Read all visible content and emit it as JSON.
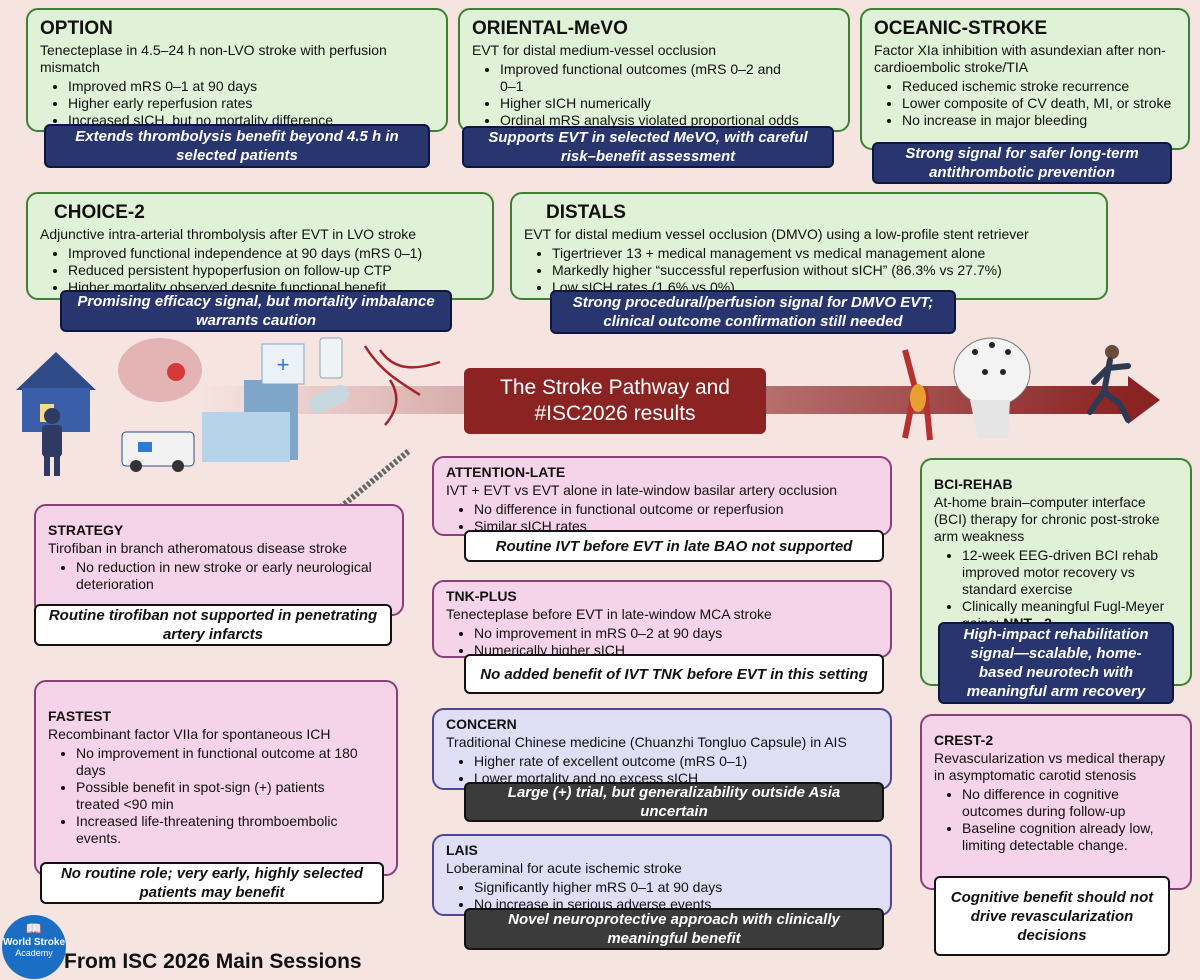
{
  "colors": {
    "background": "#f6e4e1",
    "green": "#dff2d8",
    "pink": "#f5d3e8",
    "lavender": "#e0def5",
    "navy": "#28356e",
    "arrow": "#8b2323"
  },
  "pathway": {
    "line1": "The Stroke Pathway and",
    "line2": "#ISC2026 results"
  },
  "footer": {
    "text": "From ISC 2026 Main Sessions",
    "logo_line1": "World Stroke",
    "logo_line2": "Academy"
  },
  "cards": {
    "option": {
      "title": "OPTION",
      "desc": "Tenecteplase in 4.5–24 h non-LVO stroke with perfusion mismatch",
      "bullets": [
        "Improved mRS 0–1 at 90 days",
        "Higher early reperfusion rates",
        "Increased sICH, but no mortality difference"
      ],
      "caption": "Extends thrombolysis benefit beyond 4.5 h in selected patients"
    },
    "oriental": {
      "title": "ORIENTAL-MeVO",
      "desc": "EVT for distal medium-vessel occlusion",
      "bullets": [
        "Improved functional outcomes (mRS 0–2 and 0–1",
        "Higher sICH numerically",
        "Ordinal mRS analysis violated proportional odds"
      ],
      "caption": "Supports EVT in selected MeVO, with careful risk–benefit assessment"
    },
    "oceanic": {
      "title": "OCEANIC-STROKE",
      "desc": "Factor XIa inhibition with asundexian after non-cardioembolic stroke/TIA",
      "bullets": [
        "Reduced ischemic stroke recurrence",
        "Lower composite of CV death, MI, or stroke",
        "No increase in major bleeding"
      ],
      "caption": "Strong signal for safer long-term antithrombotic prevention"
    },
    "choice2": {
      "title": "CHOICE-2",
      "desc": "Adjunctive intra-arterial thrombolysis after EVT in LVO stroke",
      "bullets": [
        "Improved functional independence at 90 days (mRS 0–1)",
        "Reduced persistent hypoperfusion on follow-up CTP",
        "Higher mortality observed despite functional benefit"
      ],
      "caption": "Promising efficacy signal, but mortality imbalance warrants caution"
    },
    "distals": {
      "title": "DISTALS",
      "desc": "EVT for distal medium vessel occlusion (DMVO) using a low-profile stent retriever",
      "bullets": [
        "Tigertriever 13 + medical management vs medical management alone",
        "Markedly higher “successful reperfusion without sICH” (86.3% vs 27.7%)",
        "Low sICH rates (1.6% vs 0%)"
      ],
      "caption": "Strong procedural/perfusion signal for DMVO EVT; clinical outcome confirmation still needed"
    },
    "attention": {
      "title": "ATTENTION-LATE",
      "desc": "IVT + EVT vs EVT alone in late-window basilar artery occlusion",
      "bullets": [
        "No difference in functional outcome or reperfusion",
        "Similar sICH rates"
      ],
      "caption": "Routine IVT before EVT in late BAO not supported"
    },
    "bci": {
      "title": "BCI-REHAB",
      "desc": "At-home brain–computer interface (BCI) therapy for chronic post-stroke arm weakness",
      "bullets": [
        "12-week EEG-driven BCI rehab improved motor recovery vs standard exercise",
        "Clinically meaningful Fugl-Meyer gains; "
      ],
      "bold_tail": "NNT ~2",
      "caption": "High-impact rehabilitation signal—scalable, home-based neurotech with meaningful arm recovery"
    },
    "strategy": {
      "title": "STRATEGY",
      "desc": "Tirofiban in branch atheromatous disease stroke",
      "bullets": [
        "No reduction in new stroke or early neurological deterioration"
      ],
      "caption": "Routine tirofiban not supported in penetrating artery infarcts"
    },
    "tnk": {
      "title": "TNK-PLUS",
      "desc": "Tenecteplase before EVT in late-window MCA stroke",
      "bullets": [
        "No improvement in mRS 0–2 at 90 days",
        "Numerically higher sICH"
      ],
      "caption": "No added benefit of IVT TNK before EVT in this setting"
    },
    "fastest": {
      "title": "FASTEST",
      "desc": "Recombinant factor VIIa for spontaneous ICH",
      "bullets": [
        "No improvement in functional outcome at 180 days",
        "Possible benefit in spot-sign (+) patients treated <90 min",
        "Increased life-threatening thromboembolic events."
      ],
      "caption": "No routine role; very early, highly selected patients may benefit"
    },
    "concern": {
      "title": "CONCERN",
      "desc": "Traditional Chinese medicine (Chuanzhi Tongluo Capsule) in AIS",
      "bullets": [
        "Higher rate of excellent outcome (mRS 0–1)",
        "Lower mortality and no excess sICH"
      ],
      "caption": "Large (+) trial, but generalizability outside Asia uncertain"
    },
    "crest": {
      "title": "CREST-2",
      "desc": "Revascularization vs medical therapy in asymptomatic carotid stenosis",
      "bullets": [
        "No difference in cognitive outcomes during follow-up",
        "Baseline cognition already low, limiting detectable change."
      ],
      "caption": "Cognitive benefit should not drive revascularization decisions"
    },
    "lais": {
      "title": "LAIS",
      "desc": "Loberaminal for acute ischemic stroke",
      "bullets": [
        "Significantly higher mRS 0–1 at 90 days",
        "No increase in serious adverse events"
      ],
      "caption": "Novel neuroprotective approach with clinically meaningful benefit"
    }
  }
}
